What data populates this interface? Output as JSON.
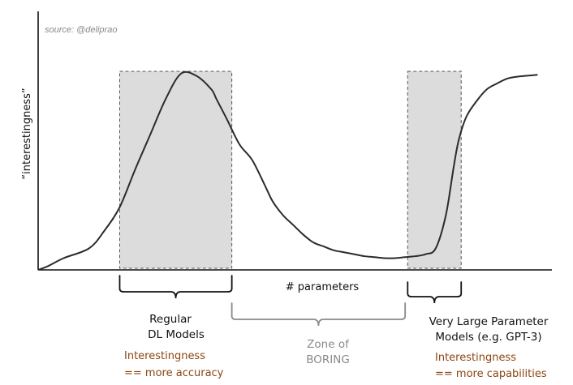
{
  "chart_data": {
    "type": "line",
    "source": "source: @deliprao",
    "xlabel": "# parameters",
    "ylabel": "“interestingness”",
    "ylim": [
      0,
      100
    ],
    "xlim": [
      0,
      100
    ],
    "series": [
      {
        "name": "",
        "x": [
          0,
          2,
          5,
          10,
          13,
          16,
          19,
          22,
          25,
          28,
          31,
          34,
          35,
          37,
          39.5,
          42,
          44.5,
          46,
          48,
          50,
          52,
          54,
          56,
          58,
          60,
          62,
          64,
          66,
          68,
          70,
          72,
          74,
          76,
          78,
          80,
          81.5,
          82.5,
          84,
          86,
          88,
          90,
          92,
          94,
          96,
          98
        ],
        "y": [
          0,
          2,
          6,
          11,
          20,
          32,
          51,
          69,
          87,
          100,
          99,
          92,
          87,
          77,
          64,
          56,
          43,
          35,
          28,
          23,
          18,
          14,
          12,
          10,
          9,
          8,
          7,
          6.5,
          6,
          6,
          6.5,
          7,
          8,
          11,
          28,
          52,
          66,
          78,
          86,
          92,
          95,
          97.5,
          98.5,
          99,
          99.5
        ]
      }
    ],
    "regions": [
      {
        "x_range": [
          16,
          38
        ],
        "label_lines": [
          "Regular",
          "DL Models"
        ],
        "note_lines": [
          "Interestingness",
          "== more accuracy"
        ],
        "style": "shaded"
      },
      {
        "x_range": [
          38,
          72
        ],
        "label_lines": [
          "Zone of",
          "BORING"
        ],
        "style": "gray-brace"
      },
      {
        "x_range": [
          72.5,
          83
        ],
        "label_lines": [
          "Very Large Parameter",
          "Models (e.g. GPT-3)"
        ],
        "note_lines": [
          "Interestingness",
          "== more capabilities"
        ],
        "style": "shaded"
      }
    ],
    "colors": {
      "curve": "#2b2b2b",
      "shade": "#dcdcdc",
      "note": "#8b4513",
      "gray": "#8a8a8a"
    }
  }
}
